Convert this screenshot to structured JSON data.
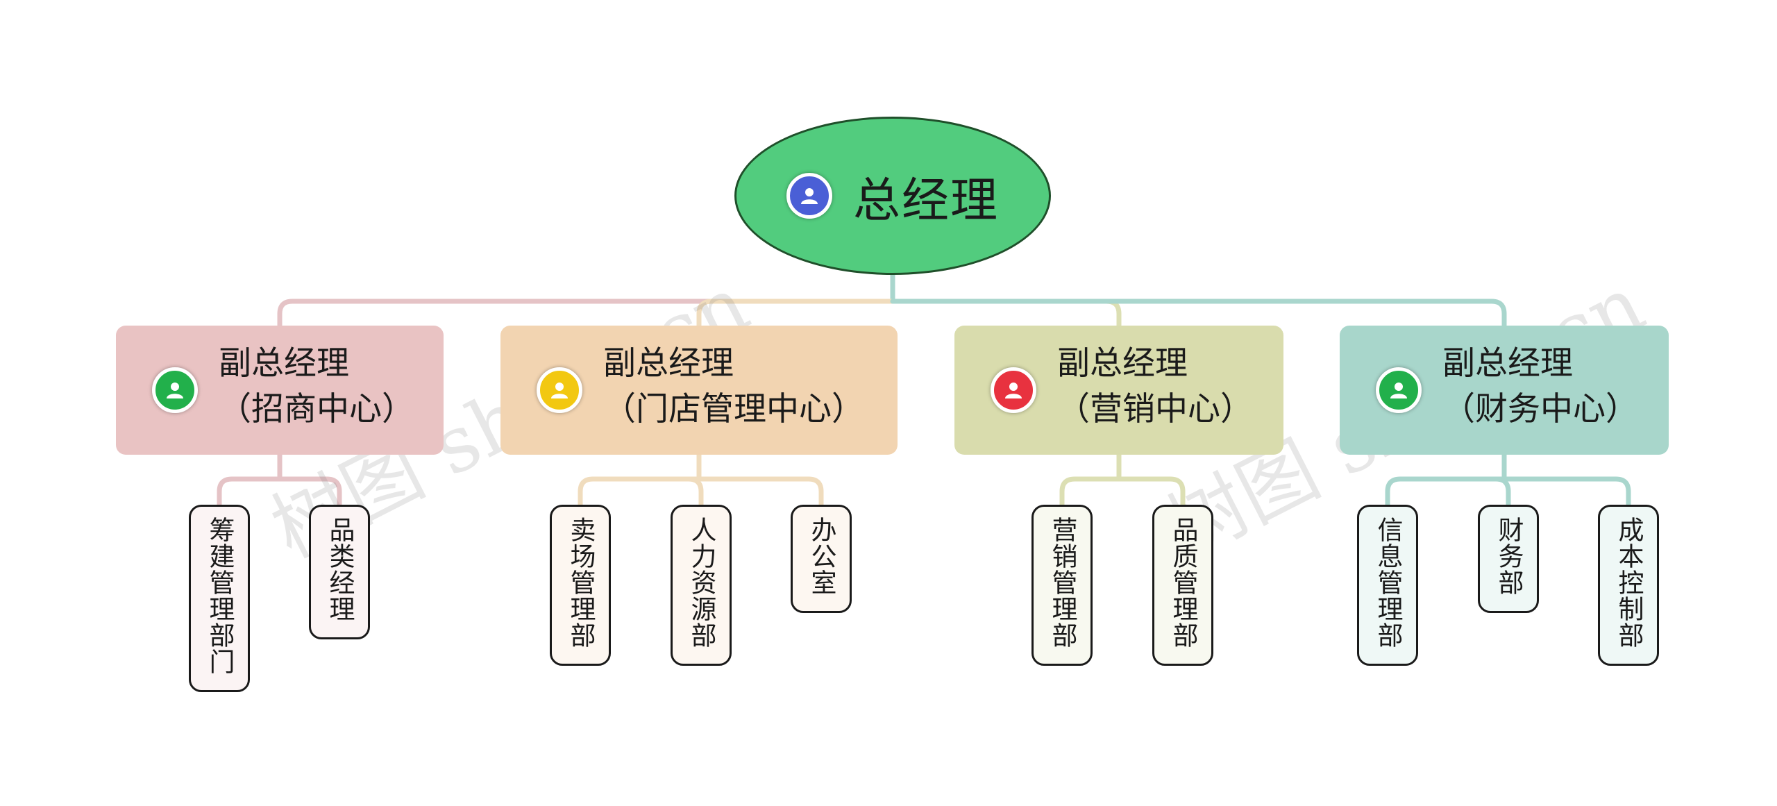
{
  "root": {
    "label": "总经理",
    "color": "#52cc7e",
    "avatar_color": "#4a5fd6",
    "avatar_icon": "person-icon"
  },
  "branches": [
    {
      "line1": "副总经理",
      "line2": "（招商中心）",
      "color": "#e9c3c3",
      "line_color": "#e5c3c6",
      "avatar_color": "#22b04b",
      "leaves": [
        "筹建管理部门",
        "品类经理"
      ]
    },
    {
      "line1": "副总经理",
      "line2": "（门店管理中心）",
      "color": "#f2d4b1",
      "line_color": "#f0dcbd",
      "avatar_color": "#f2c811",
      "leaves": [
        "卖场管理部",
        "人力资源部",
        "办公室"
      ]
    },
    {
      "line1": "副总经理",
      "line2": "（营销中心）",
      "color": "#d9dcad",
      "line_color": "#dcdfb3",
      "avatar_color": "#e8323f",
      "leaves": [
        "营销管理部",
        "品质管理部"
      ]
    },
    {
      "line1": "副总经理",
      "line2": "（财务中心）",
      "color": "#a8d6cb",
      "line_color": "#a9d6cd",
      "avatar_color": "#22b04b",
      "leaves": [
        "信息管理部",
        "财务部",
        "成本控制部"
      ]
    }
  ],
  "watermarks": [
    "树图 shutu.cn",
    "树图 shutu.cn"
  ],
  "avatar_icon": "person-icon"
}
